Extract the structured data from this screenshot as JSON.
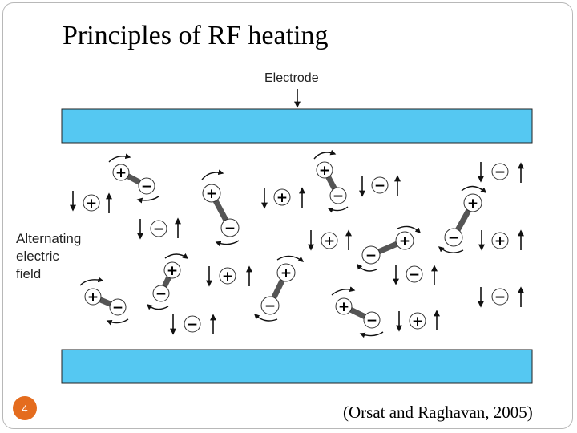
{
  "slide": {
    "title": "Principles of RF heating",
    "slide_number": "4",
    "citation": "(Orsat and Raghavan, 2005)"
  },
  "diagram": {
    "electrode_label": "Electrode",
    "field_label": "Alternating\nelectric\nfield",
    "plate_color": "#55c8f2",
    "positive_symbol": "+",
    "negative_symbol": "−"
  }
}
